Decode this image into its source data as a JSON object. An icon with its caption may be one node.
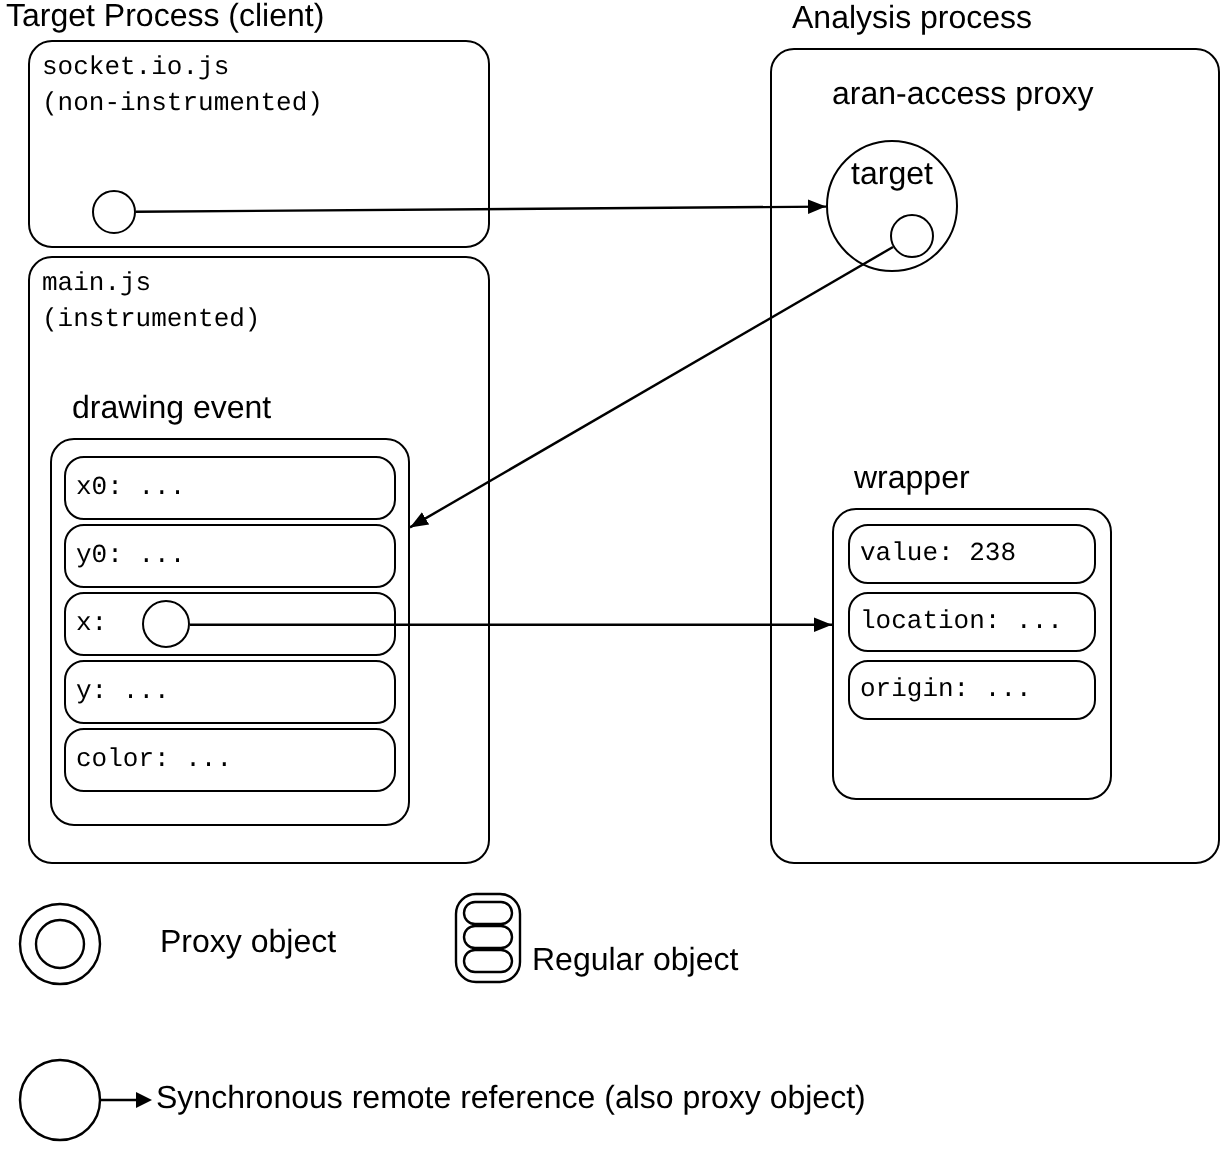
{
  "diagram": {
    "nodes": [
      {
        "text": [
          "socket.io.js (non-instrumented)"
        ]
      },
      {
        "text": [],
        "shape": "circle",
        "in": 0
      },
      {
        "text": [
          "main.js (instrumented)"
        ]
      },
      {
        "text": [
          "drawing event"
        ],
        "in": 2
      },
      {
        "text": [
          "x0: ..."
        ],
        "in": 3
      },
      {
        "text": [
          "y0: ..."
        ],
        "in": 3
      },
      {
        "text": [
          "x:"
        ],
        "in": 3
      },
      {
        "text": [],
        "shape": "circle",
        "in": 6
      },
      {
        "text": [
          "y: ..."
        ],
        "in": 3
      },
      {
        "text": [
          "color: ..."
        ],
        "in": 3
      },
      {
        "text": [
          "Analysis process"
        ]
      },
      {
        "text": [
          "target"
        ],
        "beside": [
          "aran-access proxy"
        ],
        "in": 10
      },
      {
        "text": [],
        "shape": "circle",
        "in": 11
      },
      {
        "text": [
          "wrapper"
        ],
        "in": 10
      },
      {
        "text": [
          "value: 238"
        ],
        "in": 13
      },
      {
        "text": [
          "location: ..."
        ],
        "in": 13
      },
      {
        "text": [
          "origin: ..."
        ],
        "in": 13
      }
    ],
    "edges": [
      {
        "from": 1,
        "to": 11,
        "arrow": "to"
      },
      {
        "from": 12,
        "to": 3,
        "arrow": "to"
      },
      {
        "from": 7,
        "to": 13,
        "arrow": "to"
      }
    ],
    "labels": [
      "Target Process (client)"
    ],
    "legend": [
      {
        "text": "Proxy object"
      },
      {
        "text": "Regular object"
      },
      {
        "text": "Synchronous remote reference (also proxy object)"
      }
    ]
  }
}
